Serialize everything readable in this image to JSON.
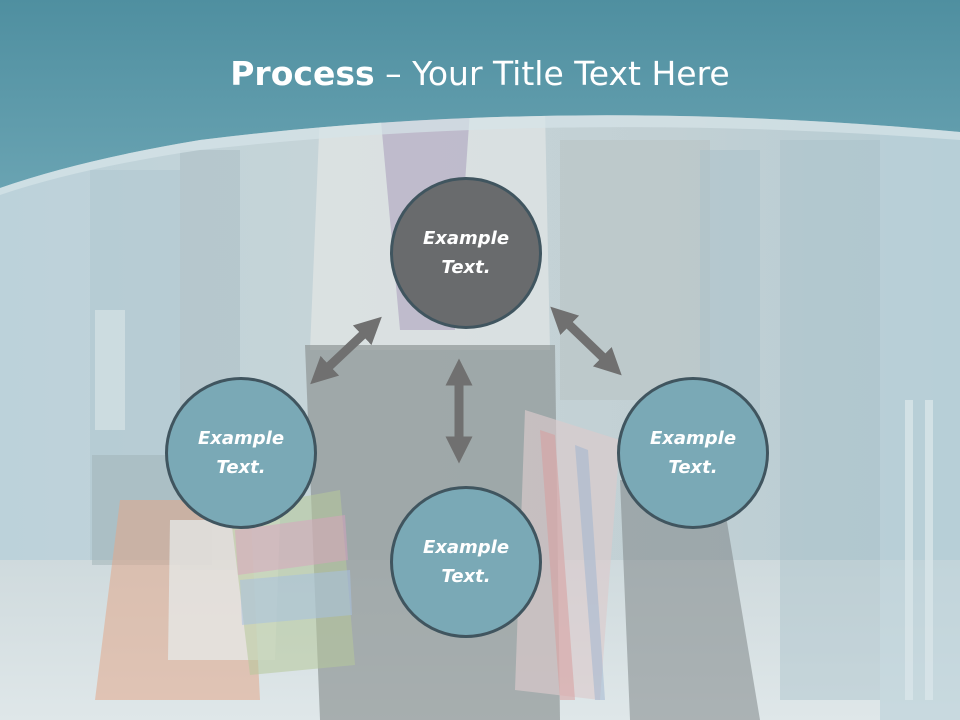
{
  "title": {
    "strong": "Process",
    "separator": " – ",
    "rest": "Your Title Text Here"
  },
  "colors": {
    "header": "#5a97a8",
    "node_center": "#696b6d",
    "node_outer": "#7aa9b6",
    "node_border": "#40555f",
    "arrow": "#707070"
  },
  "nodes": {
    "top": {
      "line1": "Example",
      "line2": "Text."
    },
    "left": {
      "line1": "Example",
      "line2": "Text."
    },
    "bottom": {
      "line1": "Example",
      "line2": "Text."
    },
    "right": {
      "line1": "Example",
      "line2": "Text."
    }
  },
  "arrows": [
    "top-left",
    "top-right",
    "top-bottom"
  ]
}
